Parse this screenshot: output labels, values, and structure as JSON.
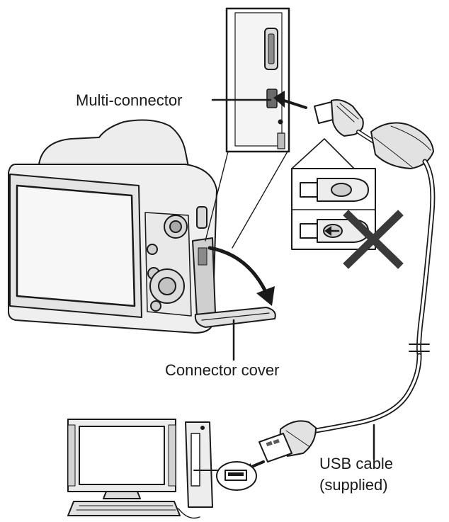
{
  "labels": {
    "multi_connector": "Multi-connector",
    "connector_cover": "Connector cover",
    "usb_cable_line1": "USB cable",
    "usb_cable_line2": "(supplied)"
  },
  "colors": {
    "ink": "#1a1a1a",
    "fill_light": "#e9e9e9",
    "fill_mid": "#c4c4c4",
    "fill_dark": "#5a5a5a"
  }
}
